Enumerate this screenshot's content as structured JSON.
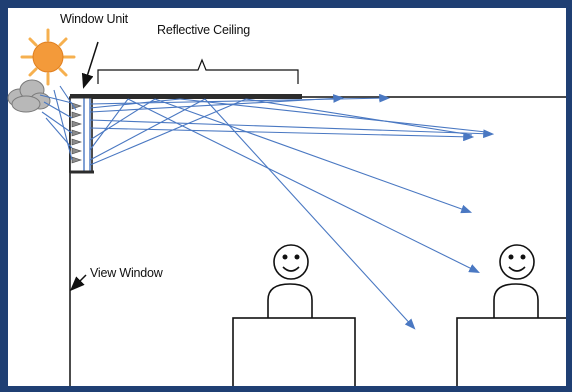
{
  "labels": {
    "window_unit": "Window Unit",
    "reflective_ceiling": "Reflective Ceiling",
    "view_window": "View Window"
  },
  "colors": {
    "frame_blue": "#1f3f73",
    "ray_blue": "#4a78c2",
    "sun_orange": "#f39a3a",
    "sun_ray": "#f6b04f",
    "cloud_gray": "#b8b8b8",
    "ink": "#111111",
    "paper": "#ffffff"
  },
  "icons": {
    "sun": "sun-icon",
    "cloud": "cloud-icon",
    "person": "smiley-person-icon",
    "arrow": "pointer-arrow-icon"
  }
}
